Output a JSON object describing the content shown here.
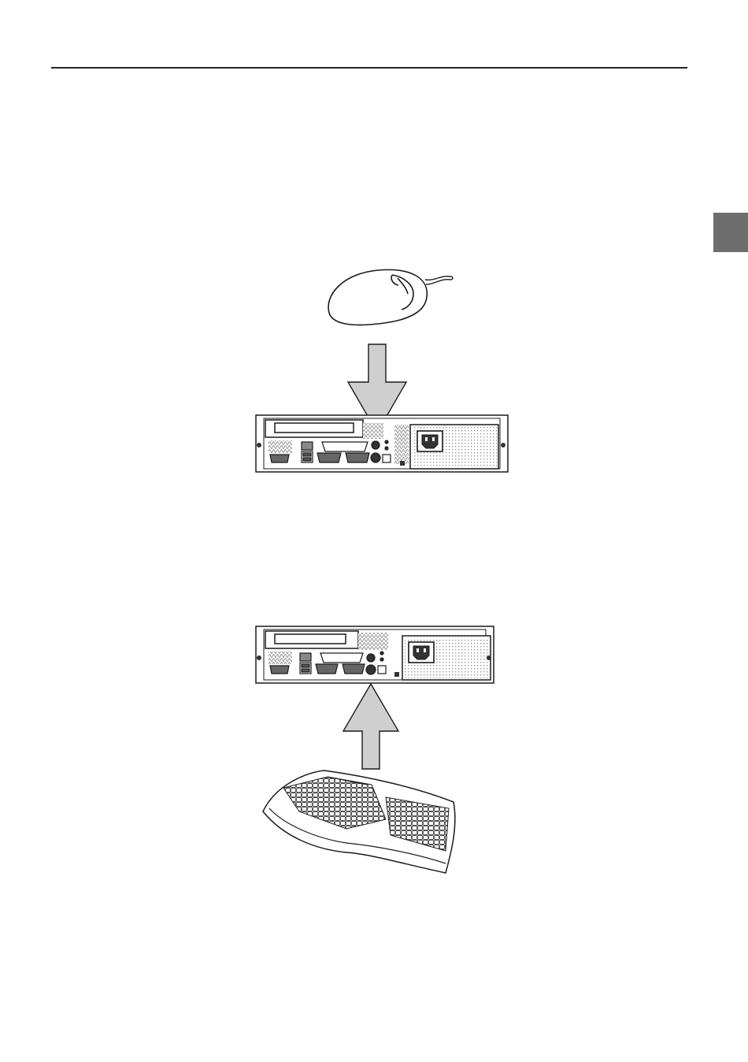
{
  "page": {
    "header_rule": true,
    "side_tab_color": "#6d6d6d"
  },
  "figures": [
    {
      "id": "mouse-connection",
      "device_icon": "mouse-icon",
      "arrow_direction": "down",
      "target_icon": "computer-rear-panel-icon"
    },
    {
      "id": "keyboard-connection",
      "device_icon": "keyboard-icon",
      "arrow_direction": "up",
      "target_icon": "computer-rear-panel-icon"
    }
  ],
  "colors": {
    "line": "#1a1a1a",
    "arrow_fill": "#cfcfcf",
    "vent": "#9a9a9a",
    "panel_dots": "#bdbdbd"
  }
}
